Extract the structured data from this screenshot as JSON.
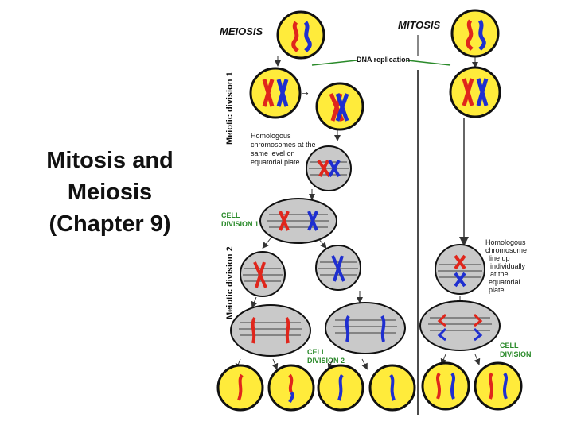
{
  "title": {
    "line1": "Mitosis and",
    "line2": "Meiosis",
    "line3": "(Chapter 9)"
  },
  "diagram": {
    "meiosis_label": "MEIOSIS",
    "mitosis_label": "MITOSIS",
    "dna_replication": "DNA replication",
    "meiotic_division_1": "Meiotic division 1",
    "meiotic_division_2": "Meiotic division 2",
    "homologous_meiosis": [
      "Homologous",
      "chromosomes at the",
      "same level on",
      "equatorial plate"
    ],
    "cell_division_1": [
      "CELL",
      "DIVISION 1"
    ],
    "cell_division_2": [
      "CELL",
      "DIVISION 2"
    ],
    "homologous_mitosis": [
      "Homologous",
      "chromosome",
      "line up",
      "individually",
      "at the",
      "equatorial",
      "plate"
    ],
    "cell_division_mitosis": [
      "CELL",
      "DIVISION"
    ],
    "arrow_symbol": "→",
    "colors": {
      "cell_fill": "#ffeb3b",
      "cell_outline": "#111111",
      "paternal": "#e0261c",
      "maternal": "#1f2fd0",
      "dividing_cell": "#c9c9c9",
      "green_label": "#2a8a2a"
    }
  }
}
